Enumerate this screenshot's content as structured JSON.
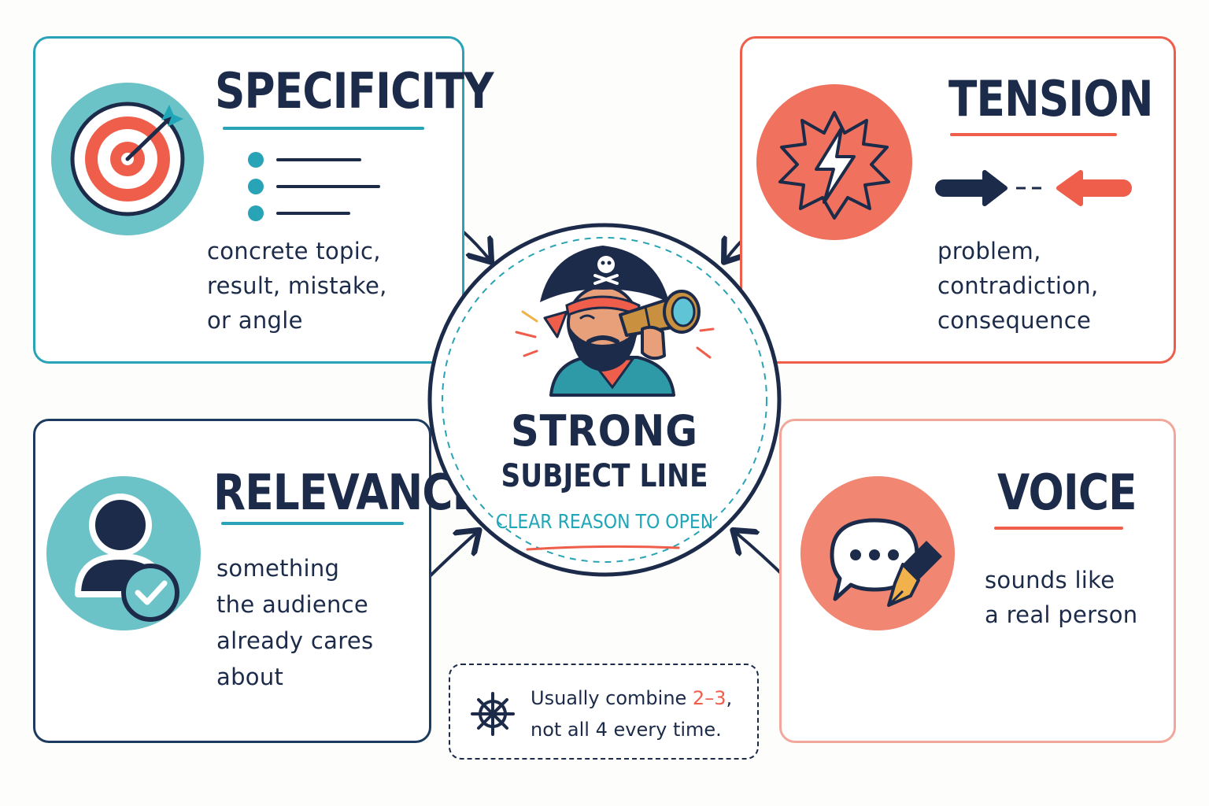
{
  "center": {
    "title_line1": "STRONG",
    "title_line2": "SUBJECT LINE",
    "tagline": "CLEAR REASON TO OPEN",
    "illustration": "pirate-with-telescope"
  },
  "cards": {
    "specificity": {
      "title": "SPECIFICITY",
      "description": "concrete topic,\nresult, mistake,\nor angle",
      "icon": "target-icon",
      "color": "#29a3b6"
    },
    "tension": {
      "title": "TENSION",
      "description": "problem,\ncontradiction,\nconsequence",
      "icon": "lightning-icon",
      "color": "#ef5e4b"
    },
    "relevance": {
      "title": "RELEVANCE",
      "description": "something\nthe audience\nalready cares\nabout",
      "icon": "user-check-icon",
      "color": "#1d3b5e"
    },
    "voice": {
      "title": "VOICE",
      "description": "sounds like\na real person",
      "icon": "speech-pen-icon",
      "color": "#f1a79a"
    }
  },
  "note": {
    "icon": "ship-wheel-icon",
    "line1_prefix": "Usually combine ",
    "line1_highlight": "2–3",
    "line1_suffix": ",",
    "line2": "not all 4 every time."
  },
  "colors": {
    "navy": "#1c2b49",
    "teal": "#29a3b6",
    "coral": "#ef5e4b",
    "peach": "#f1a79a"
  }
}
